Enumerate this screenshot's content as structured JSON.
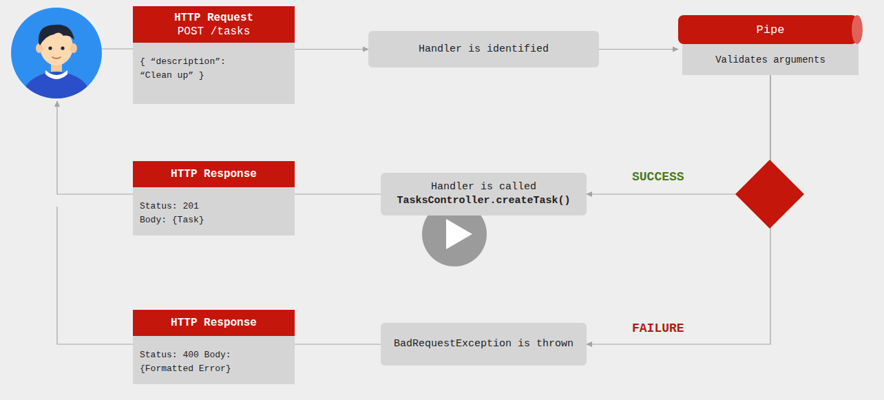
{
  "diagram": {
    "nodes": [
      {
        "text": [
          "HTTP Request",
          "POST /tasks",
          "{ “description”: “Clean up” }"
        ]
      },
      {
        "text": [
          "Handler is identified"
        ]
      },
      {
        "text": [
          "Pipe",
          "Validates arguments"
        ]
      },
      {
        "text": [
          "Handler is called",
          "TasksController.createTask()"
        ]
      },
      {
        "text": [
          "HTTP Response",
          "Status: 201 Body: {Task}"
        ]
      },
      {
        "text": [
          "BadRequestException is thrown"
        ]
      },
      {
        "text": [
          "HTTP Response",
          "Status: 400 Body: {Formatted Error}"
        ]
      }
    ],
    "edges": [
      {
        "from": 0,
        "to": 1,
        "arrow": "to"
      },
      {
        "from": 1,
        "to": 2,
        "arrow": "to"
      },
      {
        "from": 2,
        "to": 3,
        "label": "SUCCESS",
        "arrow": "to"
      },
      {
        "from": 2,
        "to": 5,
        "label": "FAILURE",
        "arrow": "to"
      },
      {
        "from": 3,
        "to": 4,
        "arrow": "none"
      },
      {
        "from": 5,
        "to": 6,
        "arrow": "none"
      }
    ]
  }
}
